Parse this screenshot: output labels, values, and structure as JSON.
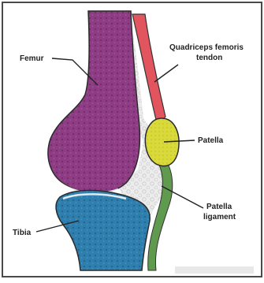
{
  "diagram": {
    "labels": {
      "femur": "Femur",
      "quadriceps_line1": "Quadriceps femoris",
      "quadriceps_line2": "tendon",
      "patella": "Patella",
      "patella_ligament_line1": "Patella",
      "patella_ligament_line2": "ligament",
      "tibia": "Tibia"
    },
    "colors": {
      "femur": "#8e3d84",
      "tibia": "#2f7fae",
      "patella": "#d9d93a",
      "quadriceps_tendon": "#e2555f",
      "patella_ligament": "#5f9a4e",
      "synovial_fat": "#e3e3e3",
      "frame": "#4a4a4a"
    }
  }
}
